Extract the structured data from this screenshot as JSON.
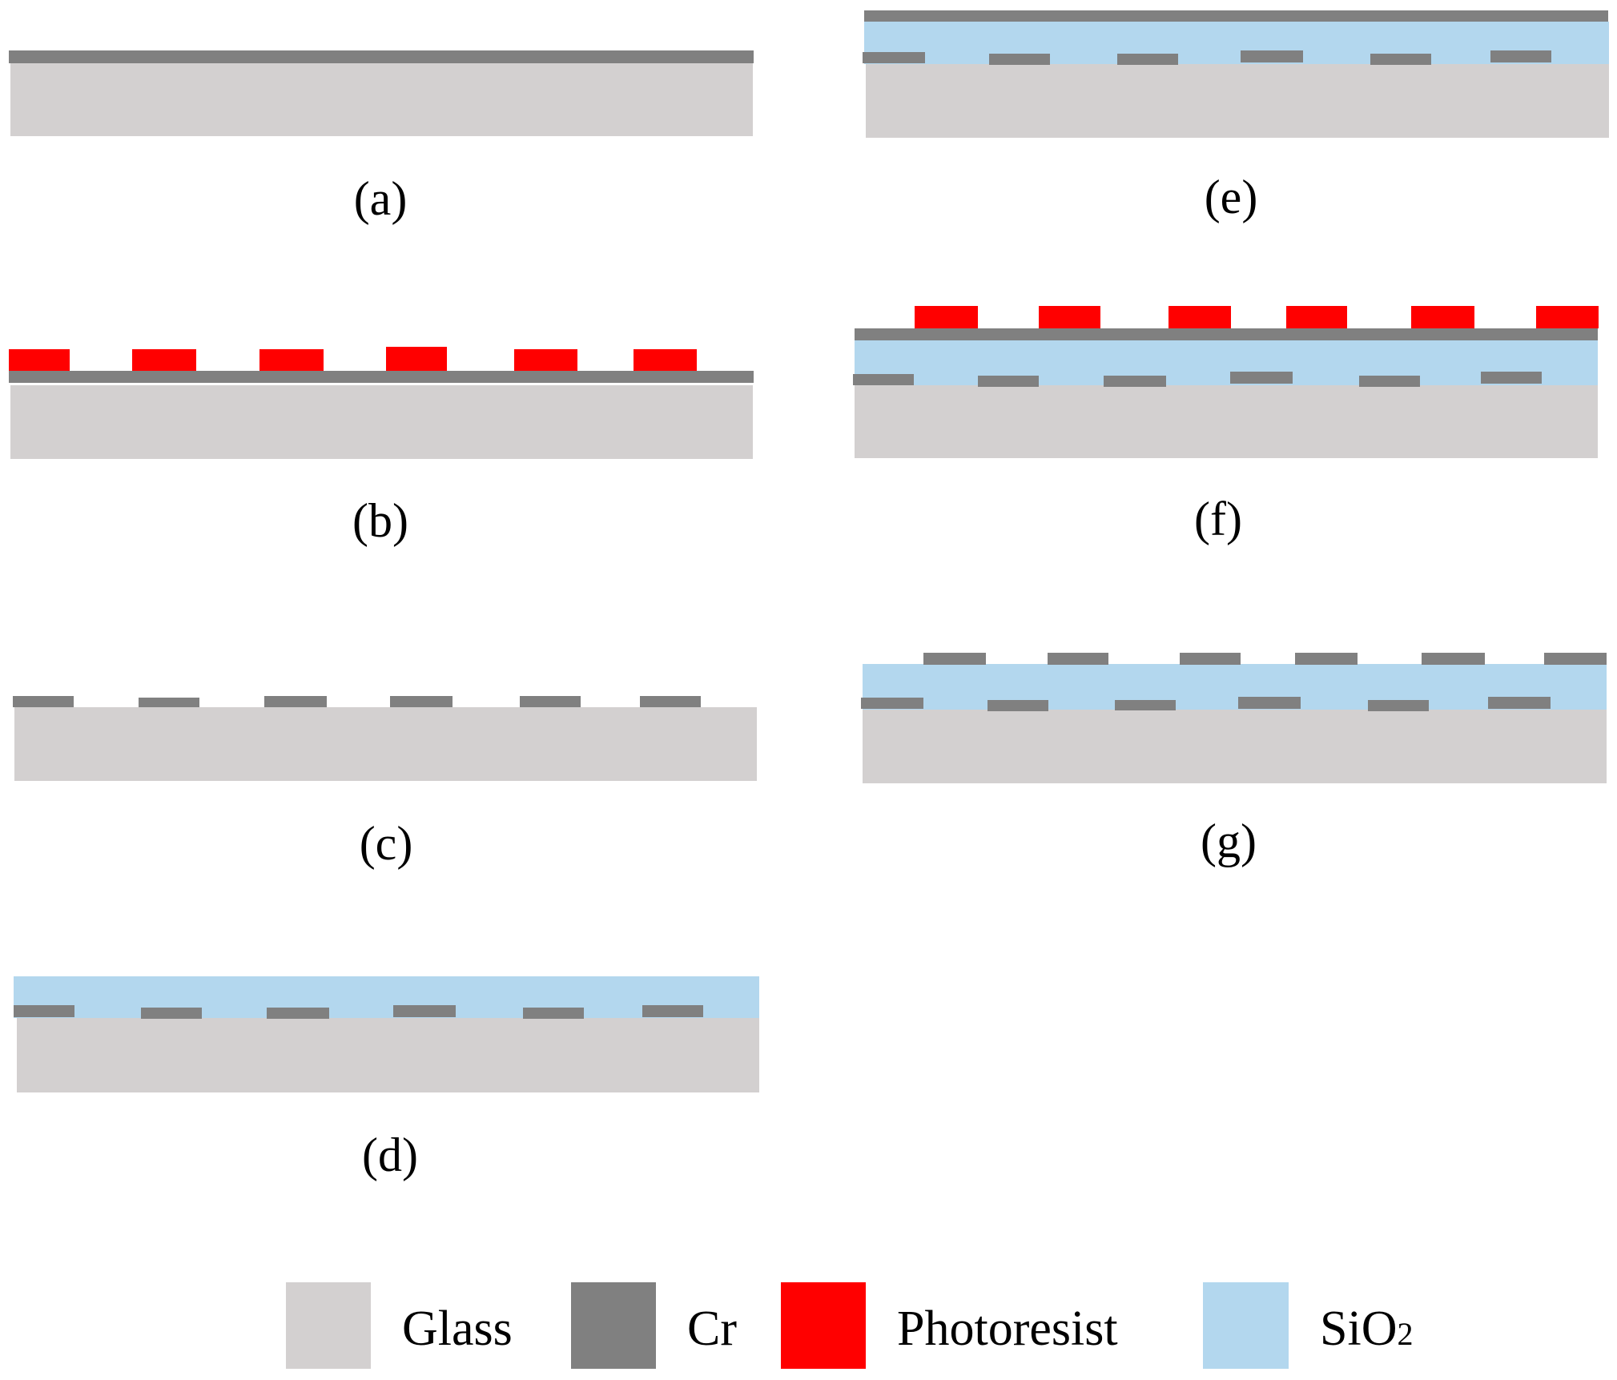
{
  "materials": {
    "glass": {
      "label": "Glass",
      "color": "#d3d0d0"
    },
    "cr": {
      "label": "Cr",
      "color": "#808080"
    },
    "photoresist": {
      "label": "Photoresist",
      "color": "#ff0000"
    },
    "sio2": {
      "label_main": "SiO",
      "label_sub": "2",
      "color": "#b3d7ee"
    }
  },
  "steps": {
    "a": "(a)",
    "b": "(b)",
    "c": "(c)",
    "d": "(d)",
    "e": "(e)",
    "f": "(f)",
    "g": "(g)"
  }
}
